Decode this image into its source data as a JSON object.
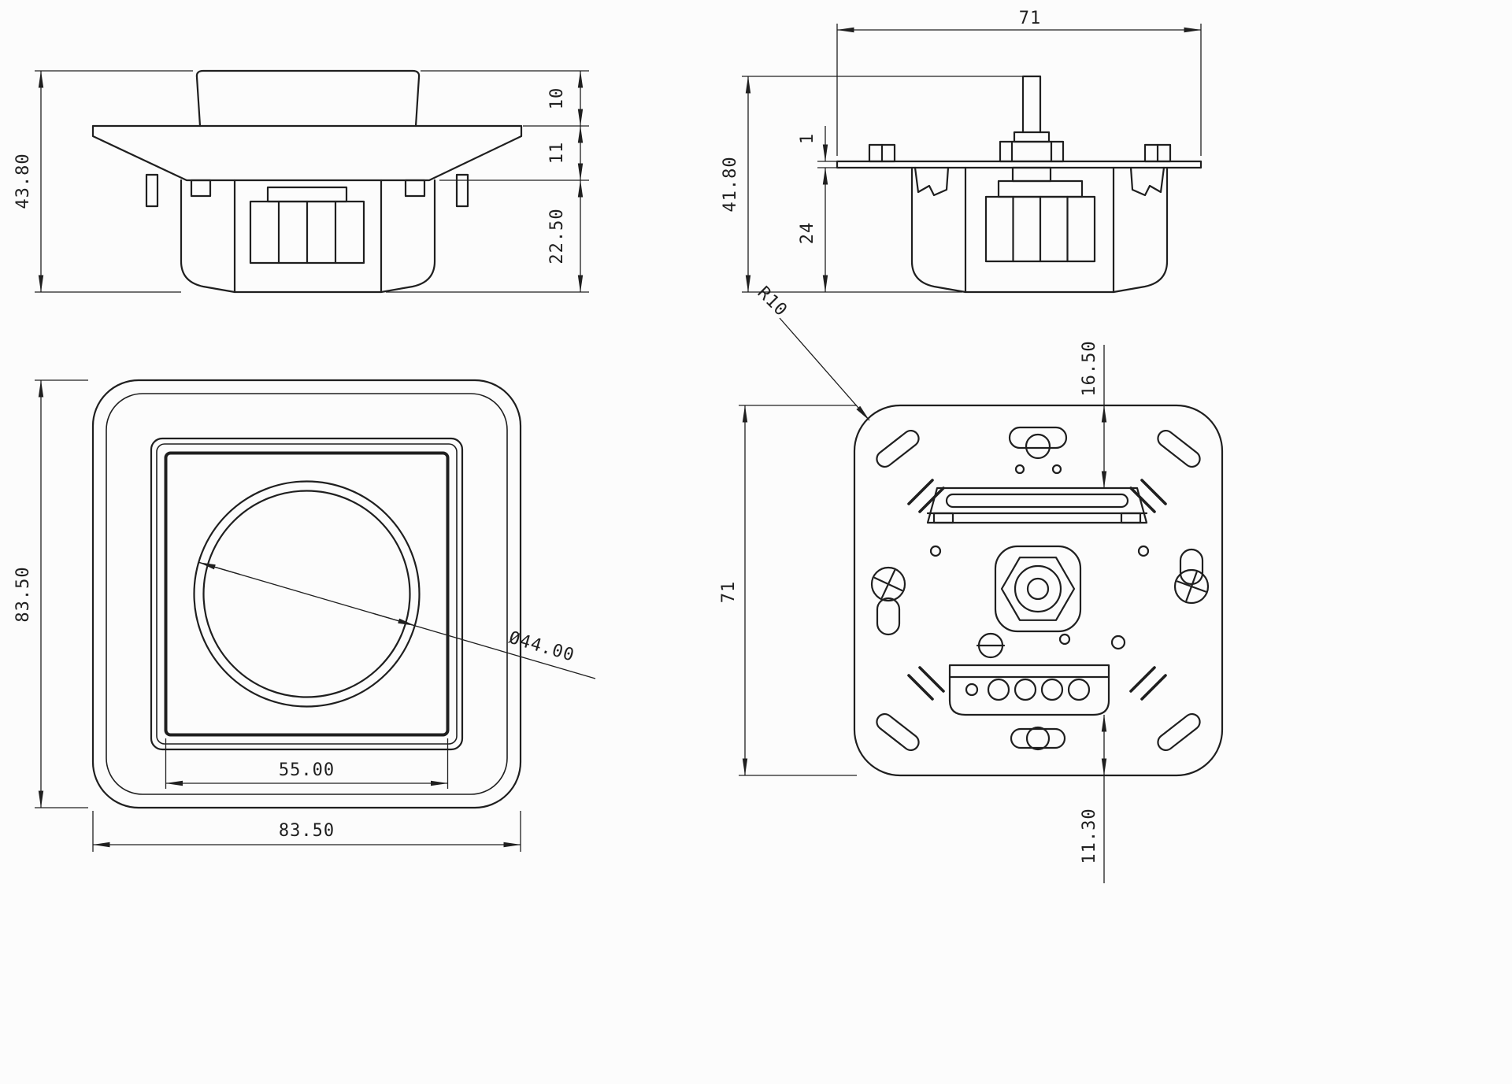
{
  "drawing": {
    "background": "#fcfcfc",
    "line_color": "#1f1f1f",
    "views": {
      "side_view_a": {
        "total_height": "43.80",
        "knob_height": "10",
        "frame_thickness": "11",
        "body_depth": "22.50"
      },
      "side_view_b": {
        "width": "71",
        "total_height": "41.80",
        "plate_thickness": "1",
        "insert_depth": "24"
      },
      "front_view": {
        "height": "83.50",
        "inner_width": "55.00",
        "width": "83.50",
        "knob_diameter": "Ø44.00"
      },
      "back_view": {
        "corner_radius": "R10",
        "claw_top_offset": "16.50",
        "plate_size": "71",
        "terminal_offset": "11.30"
      }
    }
  }
}
